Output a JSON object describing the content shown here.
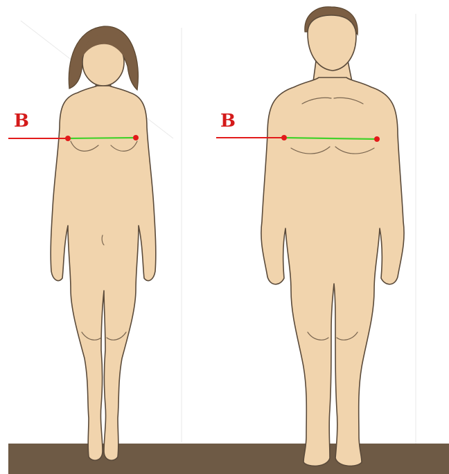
{
  "labels": {
    "female_marker": "B",
    "male_marker": "B"
  },
  "colors": {
    "skin": "#f1d4ad",
    "hair": "#7b5e43",
    "floor": "#6e5a45",
    "pointer_line": "#e21a1a",
    "measure_line": "#43d12b",
    "marker_text": "#d41a1a"
  },
  "figures": [
    {
      "name": "female-figure",
      "measurement": "B"
    },
    {
      "name": "male-figure",
      "measurement": "B"
    }
  ]
}
